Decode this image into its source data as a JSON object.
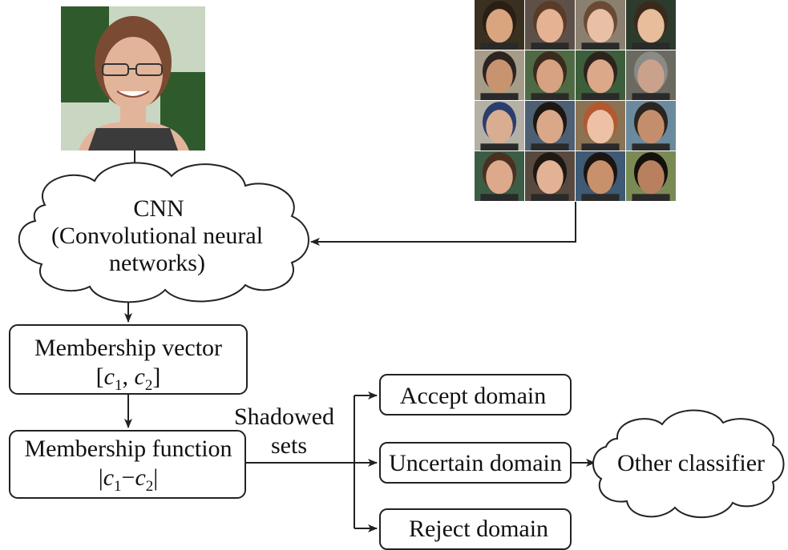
{
  "input_photo": {
    "alt": "portrait photo of a smiling woman with glasses",
    "colors": {
      "sky": "#c9d6c2",
      "foliage": "#2f5a2c",
      "skin": "#e2b59b",
      "hair": "#7a4b32",
      "top": "#3b3b3b"
    }
  },
  "training_faces": {
    "count": 16,
    "tiles": [
      {
        "bg": "#3a3020",
        "skin": "#d9a57f",
        "hair": "#2a1e15"
      },
      {
        "bg": "#5d5048",
        "skin": "#e5b294",
        "hair": "#5a3c26"
      },
      {
        "bg": "#8b8070",
        "skin": "#e9c0a6",
        "hair": "#6a4a32"
      },
      {
        "bg": "#2d3b2c",
        "skin": "#e7bd9c",
        "hair": "#3a2a1c"
      },
      {
        "bg": "#a59c8a",
        "skin": "#c8946f",
        "hair": "#2b2420"
      },
      {
        "bg": "#4e6a44",
        "skin": "#d7a281",
        "hair": "#3b2b1f"
      },
      {
        "bg": "#3d5e3a",
        "skin": "#dba88a",
        "hair": "#2c241c"
      },
      {
        "bg": "#6a6a60",
        "skin": "#caa28c",
        "hair": "#8a8a86"
      },
      {
        "bg": "#b4b0a6",
        "skin": "#d8ad91",
        "hair": "#2a3e6e"
      },
      {
        "bg": "#4d5f73",
        "skin": "#d9a889",
        "hair": "#1d1712"
      },
      {
        "bg": "#8a7252",
        "skin": "#edc1a5",
        "hair": "#b3582f"
      },
      {
        "bg": "#6b8a9e",
        "skin": "#c48e6c",
        "hair": "#2b2520"
      },
      {
        "bg": "#3c5c46",
        "skin": "#dca98b",
        "hair": "#4a3020"
      },
      {
        "bg": "#57493f",
        "skin": "#e3b194",
        "hair": "#1e1812"
      },
      {
        "bg": "#3e5a75",
        "skin": "#c9906c",
        "hair": "#1b1410"
      },
      {
        "bg": "#7a8a55",
        "skin": "#b98060",
        "hair": "#14100c"
      }
    ]
  },
  "cnn": {
    "line1": "CNN",
    "line2": "(Convolutional neural",
    "line3": "networks)"
  },
  "membership_vector": {
    "title": "Membership vector",
    "formula_open": "[",
    "c1": "c",
    "c1_sub": "1",
    "sep": ", ",
    "c2": "c",
    "c2_sub": "2",
    "formula_close": "]"
  },
  "membership_function": {
    "title": "Membership function",
    "bar_open": "|",
    "c1": "c",
    "c1_sub": "1",
    "minus": "−",
    "c2": "c",
    "c2_sub": "2",
    "bar_close": "|"
  },
  "shadowed_sets": {
    "line1": "Shadowed",
    "line2": "sets"
  },
  "accept_domain": {
    "label": "Accept domain"
  },
  "uncertain_domain": {
    "label": "Uncertain domain"
  },
  "reject_domain": {
    "label": "Reject domain"
  },
  "other_classifier": {
    "label": "Other classifier"
  }
}
